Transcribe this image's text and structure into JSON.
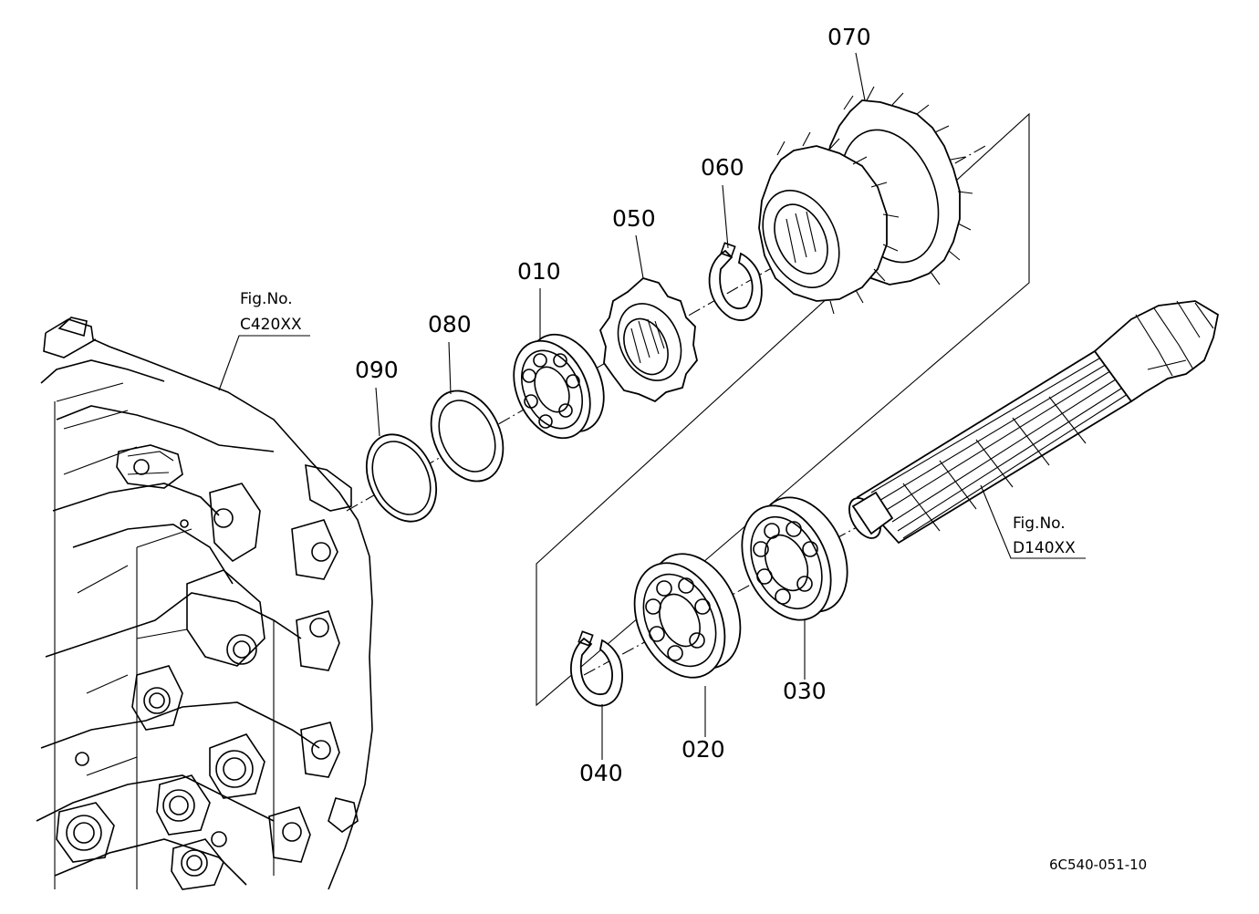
{
  "parts": [
    {
      "id": "p010",
      "label": "010"
    },
    {
      "id": "p020",
      "label": "020"
    },
    {
      "id": "p030",
      "label": "030"
    },
    {
      "id": "p040",
      "label": "040"
    },
    {
      "id": "p050",
      "label": "050"
    },
    {
      "id": "p060",
      "label": "060"
    },
    {
      "id": "p070",
      "label": "070"
    },
    {
      "id": "p080",
      "label": "080"
    },
    {
      "id": "p090",
      "label": "090"
    }
  ],
  "references": [
    {
      "title": "Fig.No.",
      "code": "C420XX"
    },
    {
      "title": "Fig.No.",
      "code": "D140XX"
    }
  ],
  "drawing_code": "6C540-051-10"
}
